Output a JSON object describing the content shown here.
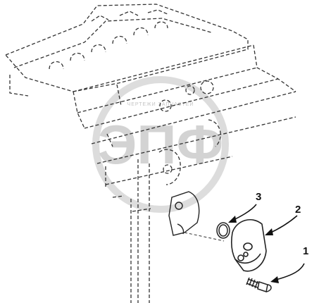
{
  "diagram": {
    "watermark": {
      "logo_text": "ЭПФ",
      "caption": "ЧЕРТЕЖИ ЗАПЧАСТЕЙ"
    },
    "callouts": [
      {
        "number": "1",
        "part": "bolt"
      },
      {
        "number": "2",
        "part": "cover-plate"
      },
      {
        "number": "3",
        "part": "o-ring"
      }
    ],
    "colors": {
      "line": "#222222",
      "dash": "#333333",
      "watermark": "#cfcfcf"
    }
  }
}
